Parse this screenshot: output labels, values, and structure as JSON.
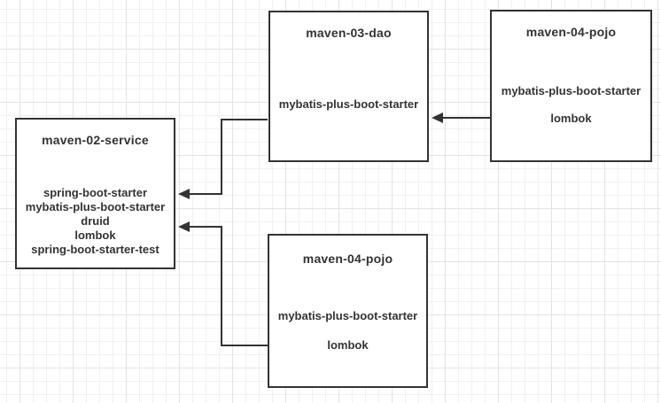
{
  "diagram": {
    "type": "maven-module-dependency-diagram",
    "nodes": [
      {
        "id": "dao",
        "title": "maven-03-dao",
        "deps": [
          "mybatis-plus-boot-starter"
        ]
      },
      {
        "id": "pojo-top",
        "title": "maven-04-pojo",
        "deps": [
          "mybatis-plus-boot-starter",
          "lombok"
        ]
      },
      {
        "id": "service",
        "title": "maven-02-service",
        "deps": [
          "spring-boot-starter",
          "mybatis-plus-boot-starter",
          "druid",
          "lombok",
          "spring-boot-starter-test"
        ]
      },
      {
        "id": "pojo-bottom",
        "title": "maven-04-pojo",
        "deps": [
          "mybatis-plus-boot-starter",
          "lombok"
        ]
      }
    ],
    "edges": [
      {
        "from": "maven-04-pojo (top right)",
        "to": "maven-03-dao"
      },
      {
        "from": "maven-03-dao",
        "to": "maven-02-service"
      },
      {
        "from": "maven-04-pojo (bottom)",
        "to": "maven-02-service"
      }
    ],
    "colors": {
      "node_border": "#333333",
      "node_fill": "#ffffff",
      "text": "#333333",
      "arrow": "#333333",
      "grid_minor": "#f0f0f0",
      "grid_major": "#e3e3e3",
      "background": "#ffffff"
    }
  }
}
